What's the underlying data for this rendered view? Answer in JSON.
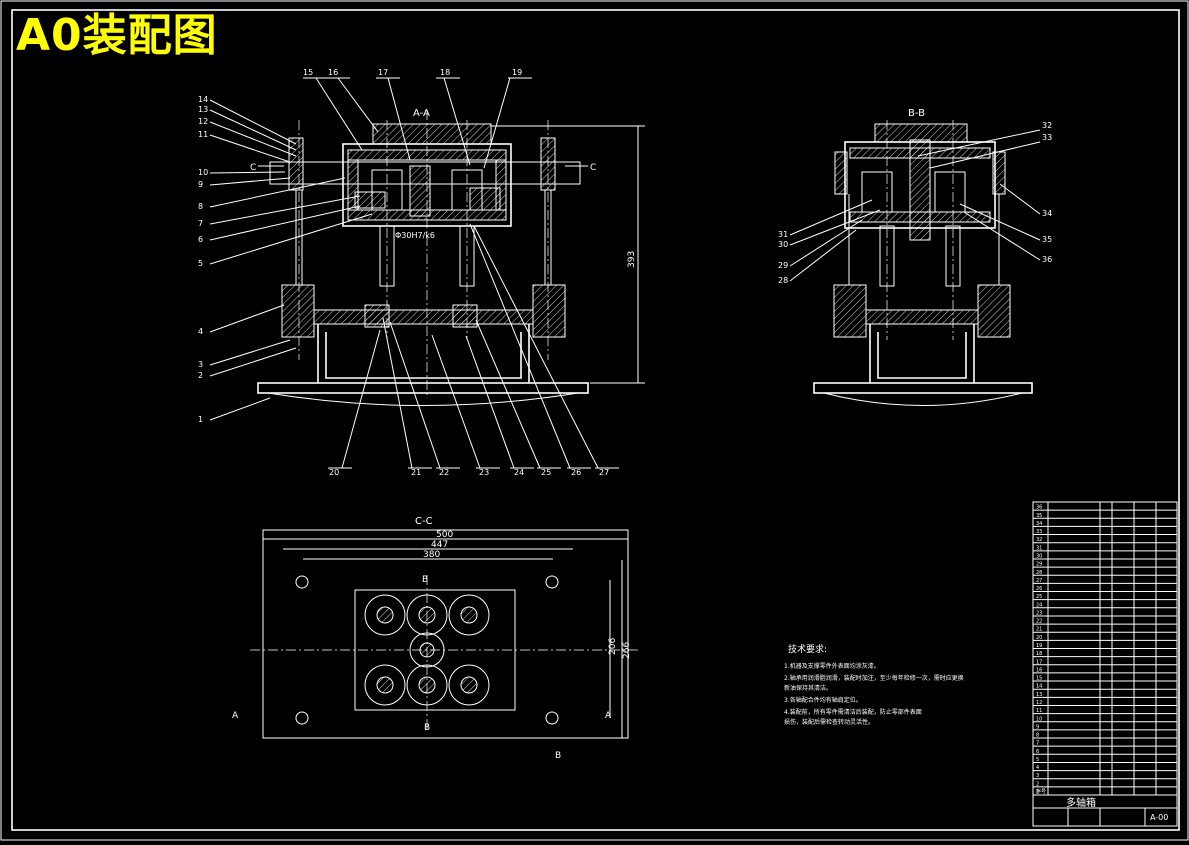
{
  "banner": "A0装配图",
  "views": {
    "aa": {
      "title": "A-A",
      "section_mark_c": "C",
      "dim_height": "393",
      "fit_label": "Φ30H7/k6"
    },
    "bb": {
      "title": "B-B"
    },
    "cc": {
      "title": "C-C",
      "dim_500": "500",
      "dim_447": "447",
      "dim_380": "380",
      "dim_206": "206",
      "dim_266": "266",
      "mark_a": "A",
      "mark_b": "B"
    }
  },
  "callouts_left": [
    "14",
    "13",
    "12",
    "11",
    "10",
    "9",
    "8",
    "7",
    "6",
    "5",
    "4",
    "3",
    "2",
    "1"
  ],
  "callouts_top": [
    "15",
    "16",
    "17",
    "18",
    "19"
  ],
  "callouts_bottom": [
    "20",
    "21",
    "22",
    "23",
    "24",
    "25",
    "26",
    "27"
  ],
  "callouts_bb_left": [
    "31",
    "30",
    "29",
    "28"
  ],
  "callouts_bb_right": [
    "32",
    "33",
    "34",
    "35",
    "36"
  ],
  "tech_requirements": {
    "title": "技术要求:",
    "lines": [
      "1.机器及支撑零件外表面均涂灰漆。",
      "2.轴承用润滑脂润滑，装配时加注，至少每年检修一次，需时应更换",
      "   新油保持其清洁。",
      "3.各轴配合件均有轴肩定位。",
      "4.装配前，所有零件需清洁后装配，防止零部件表面",
      "   损伤，装配后需检查转动灵活性。"
    ]
  },
  "parts_list": {
    "rows": [
      [
        "36",
        "",
        "",
        "",
        ""
      ],
      [
        "35",
        "",
        "",
        "",
        ""
      ],
      [
        "34",
        "",
        "",
        "",
        ""
      ],
      [
        "33",
        "",
        "",
        "",
        ""
      ],
      [
        "32",
        "",
        "",
        "",
        ""
      ],
      [
        "31",
        "",
        "",
        "",
        ""
      ],
      [
        "30",
        "",
        "",
        "",
        ""
      ],
      [
        "29",
        "",
        "",
        "",
        ""
      ],
      [
        "28",
        "",
        "",
        "",
        ""
      ],
      [
        "27",
        "",
        "",
        "",
        ""
      ],
      [
        "26",
        "",
        "",
        "",
        ""
      ],
      [
        "25",
        "",
        "",
        "",
        ""
      ],
      [
        "24",
        "",
        "",
        "",
        ""
      ],
      [
        "23",
        "",
        "",
        "",
        ""
      ],
      [
        "22",
        "",
        "",
        "",
        ""
      ],
      [
        "21",
        "",
        "",
        "",
        ""
      ],
      [
        "20",
        "",
        "",
        "",
        ""
      ],
      [
        "19",
        "",
        "",
        "",
        ""
      ],
      [
        "18",
        "",
        "",
        "",
        ""
      ],
      [
        "17",
        "",
        "",
        "",
        ""
      ],
      [
        "16",
        "",
        "",
        "",
        ""
      ],
      [
        "15",
        "",
        "",
        "",
        ""
      ],
      [
        "14",
        "",
        "",
        "",
        ""
      ],
      [
        "13",
        "",
        "",
        "",
        ""
      ],
      [
        "12",
        "",
        "",
        "",
        ""
      ],
      [
        "11",
        "",
        "",
        "",
        ""
      ],
      [
        "10",
        "",
        "",
        "",
        ""
      ],
      [
        "9",
        "",
        "",
        "",
        ""
      ],
      [
        "8",
        "",
        "",
        "",
        ""
      ],
      [
        "7",
        "",
        "",
        "",
        ""
      ],
      [
        "6",
        "",
        "",
        "",
        ""
      ],
      [
        "5",
        "",
        "",
        "",
        ""
      ],
      [
        "4",
        "",
        "",
        "",
        ""
      ],
      [
        "3",
        "",
        "",
        "",
        ""
      ],
      [
        "2",
        "",
        "",
        "",
        ""
      ],
      [
        "1",
        "",
        "",
        "",
        ""
      ]
    ],
    "footer_label": "序号",
    "drawing_title": "多轴箱",
    "drawing_number": "A-00"
  }
}
